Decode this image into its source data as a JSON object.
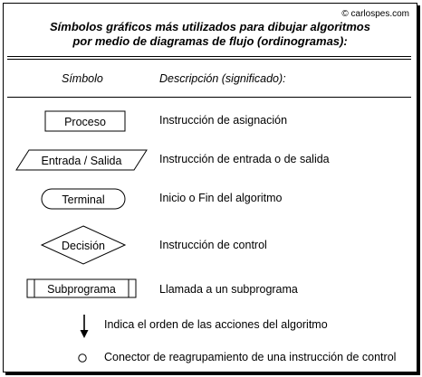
{
  "watermark": "© carlospes.com",
  "title_line1": "Símbolos gráficos más utilizados para dibujar algoritmos",
  "title_line2": "por medio de diagramas de flujo (ordinogramas):",
  "header": {
    "symbol": "Símbolo",
    "description": "Descripción  (significado):"
  },
  "rows": [
    {
      "symbol": "Proceso",
      "shape": "rectangle",
      "description": "Instrucción de asignación"
    },
    {
      "symbol": "Entrada / Salida",
      "shape": "parallelogram",
      "description": "Instrucción de entrada o de salida"
    },
    {
      "symbol": "Terminal",
      "shape": "rounded",
      "description": "Inicio o Fin del algoritmo"
    },
    {
      "symbol": "Decisión",
      "shape": "diamond",
      "description": "Instrucción de control"
    },
    {
      "symbol": "Subprograma",
      "shape": "subroutine",
      "description": "Llamada a un subprograma"
    }
  ],
  "legend": [
    {
      "shape": "arrow",
      "description": "Indica el orden de las acciones del algoritmo"
    },
    {
      "shape": "circle",
      "description": "Conector de reagrupamiento de una instrucción de control"
    }
  ]
}
